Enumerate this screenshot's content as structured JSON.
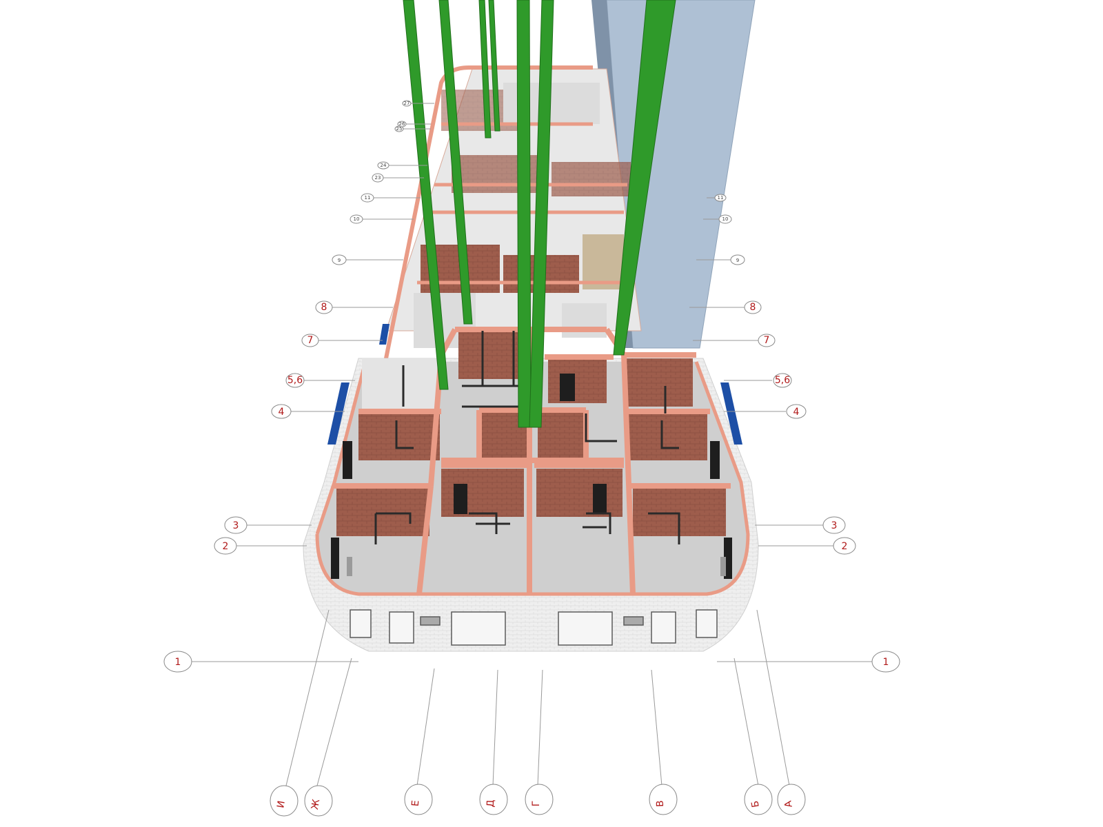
{
  "colors": {
    "brick": "#9e5d4c",
    "brick_dark": "#7e4538",
    "wall_cap": "#e99b86",
    "floor": "#c8c8c8",
    "floor_light": "#d6d6d6",
    "white_brick": "#ececec",
    "pipe_green": "#2f9a2a",
    "shaft": "#aec0d4",
    "window_blue": "#1d4fa6",
    "pipe_dark": "#2a2a2a",
    "axis_text": "#b01818",
    "leader": "#999999"
  },
  "axis_rows": {
    "left": [
      "1",
      "2",
      "3",
      "4",
      "5,6",
      "7",
      "8",
      "9",
      "10",
      "11",
      "23",
      "24",
      "25",
      "26",
      "27"
    ],
    "right": [
      "1",
      "2",
      "3",
      "4",
      "5,6",
      "7",
      "8",
      "9",
      "10",
      "11"
    ]
  },
  "axis_columns": [
    "И",
    "Ж",
    "Е",
    "Д",
    "Г",
    "В",
    "Б",
    "А"
  ]
}
